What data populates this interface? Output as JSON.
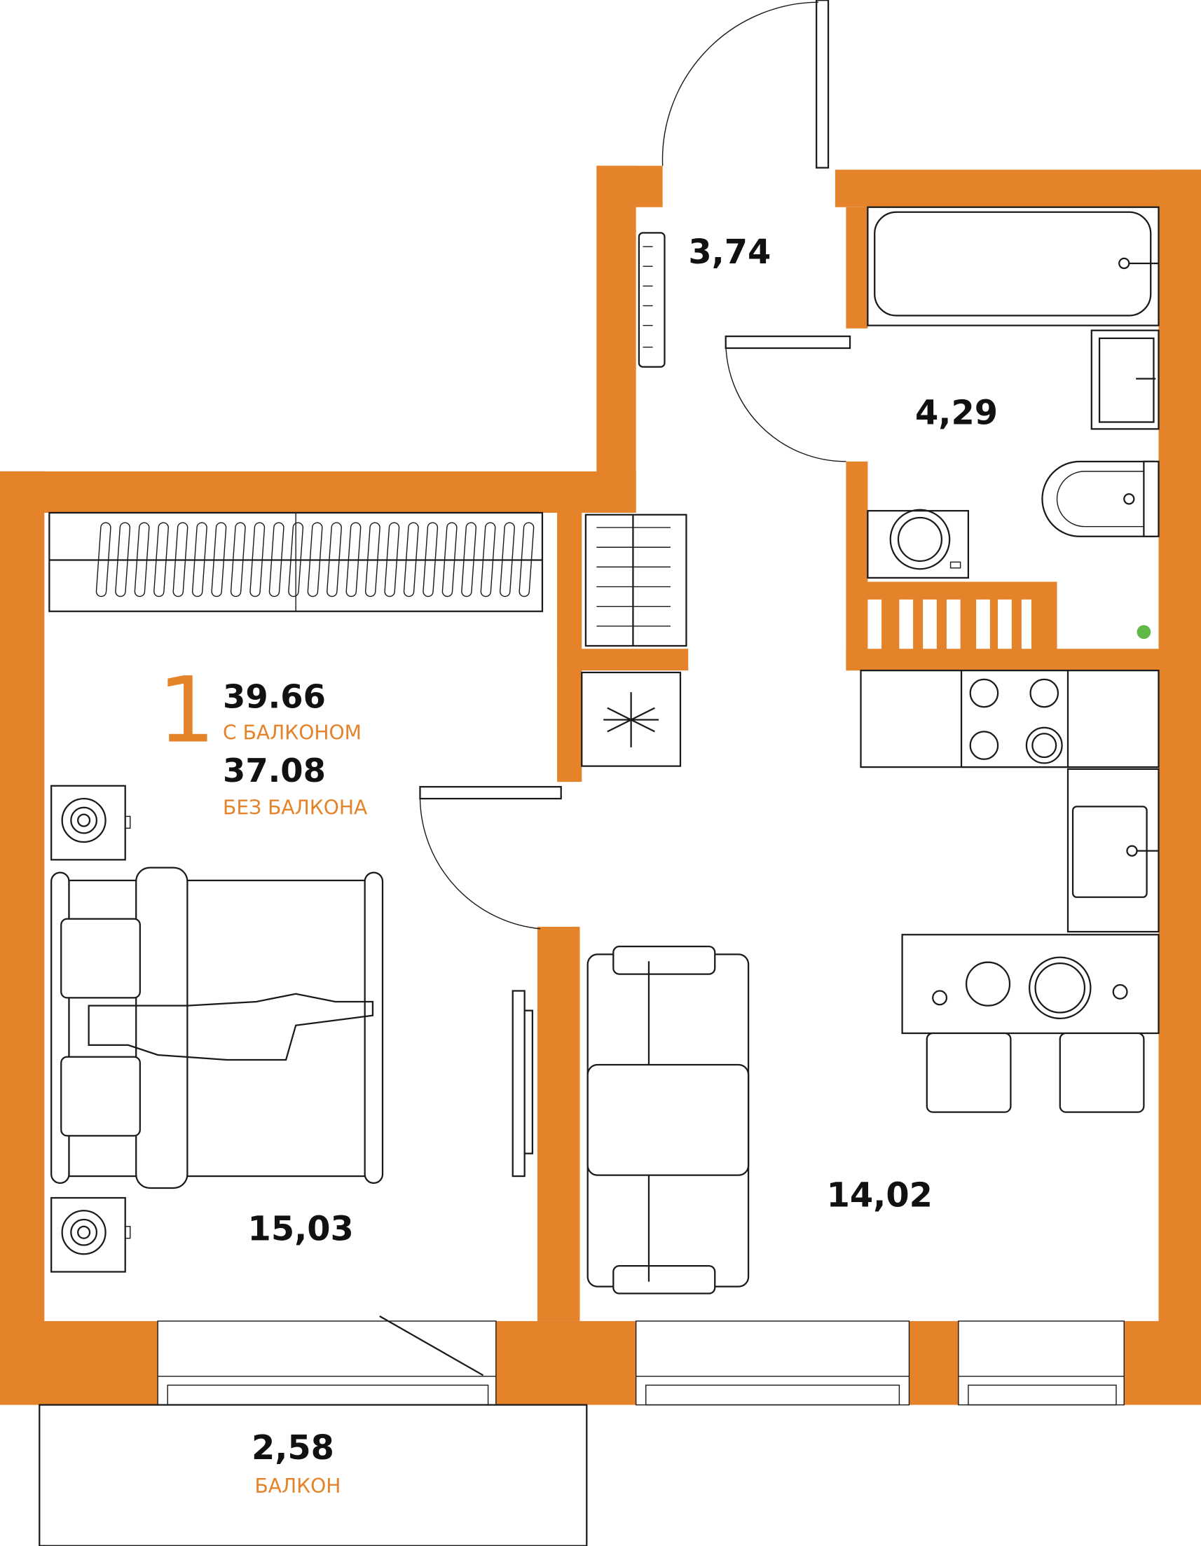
{
  "plan": {
    "rooms_count": "1",
    "area_with_balcony": "39.66",
    "label_with_balcony": "С БАЛКОНОМ",
    "area_without_balcony": "37.08",
    "label_without_balcony": "БЕЗ БАЛКОНА"
  },
  "rooms": {
    "hall": "3,74",
    "bathroom": "4,29",
    "bedroom": "15,03",
    "kitchen_living": "14,02",
    "balcony": "2,58",
    "balcony_label": "БАЛКОН"
  },
  "colors": {
    "wall": "#E5832A",
    "text": "#111111"
  }
}
